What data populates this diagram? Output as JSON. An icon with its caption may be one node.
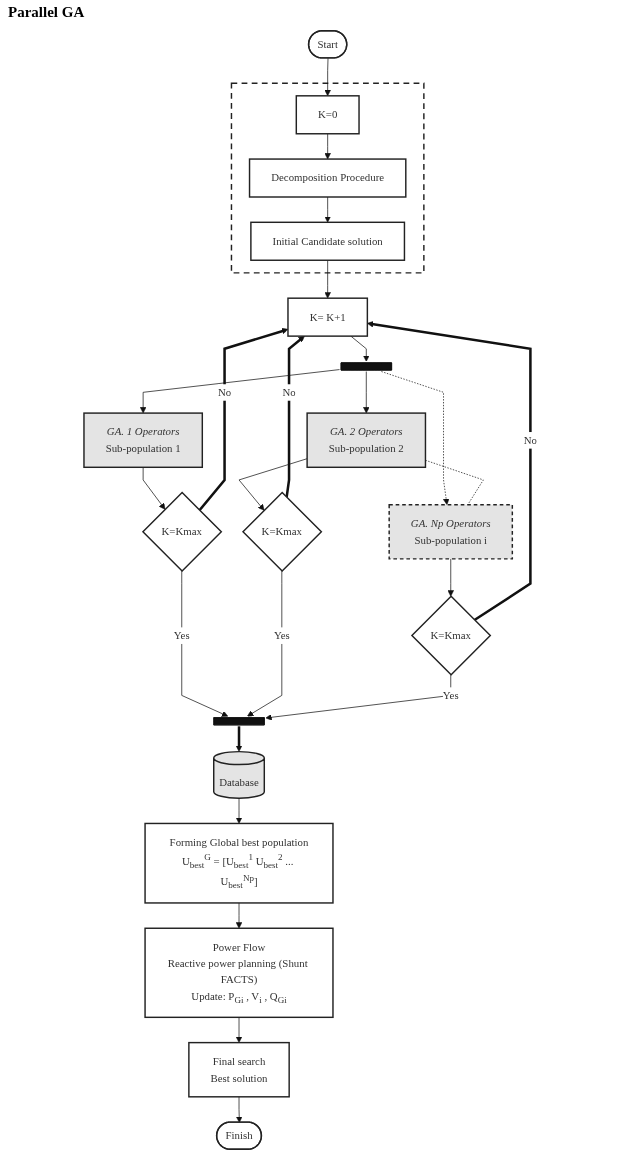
{
  "diagram": {
    "nodes": [
      {
        "text": [
          "Start"
        ]
      },
      {
        "text": [],
        "shape": "box"
      },
      {
        "text": [
          "K=0"
        ],
        "in": 1
      },
      {
        "text": [
          "Decomposition Procedure"
        ],
        "in": 1
      },
      {
        "text": [
          "Initial Candidate solution"
        ],
        "in": 1
      },
      {
        "text": [
          "K= K+1"
        ]
      },
      {
        "text": [],
        "shape": "bar"
      },
      {
        "text": [
          "*GA. 1* *Operators*",
          "Sub-population 1"
        ]
      },
      {
        "text": [
          "*GA. 2* *Operators*",
          "Sub-population 2"
        ]
      },
      {
        "text": [
          "*GA. Np* *Operators*",
          "Sub-population i"
        ]
      },
      {
        "text": [
          "K=Kmax"
        ]
      },
      {
        "text": [
          "K=Kmax"
        ]
      },
      {
        "text": [
          "K=Kmax"
        ]
      },
      {
        "text": [],
        "shape": "bar"
      },
      {
        "text": [
          "Database"
        ]
      },
      {
        "text": [
          "Forming Global best population",
          "U$_{best}$$^{G}$ = [U$_{best}$$^{1}$ U$_{best}$$^{2}$ ... U$_{best}$$^{Np}$]"
        ]
      },
      {
        "text": [
          "Power Flow",
          "Reactive power planning (Shunt FACTS)",
          "Update: P$_{Gi}$ , V$_{i}$ , Q$_{Gi}$"
        ]
      },
      {
        "text": [
          "Final search",
          "Best solution"
        ]
      },
      {
        "text": [
          "Finish"
        ]
      }
    ],
    "edges": [
      {
        "from": 0,
        "to": 2,
        "arrow": "to"
      },
      {
        "from": 2,
        "to": 3,
        "arrow": "to"
      },
      {
        "from": 3,
        "to": 4,
        "arrow": "to"
      },
      {
        "from": 4,
        "to": 5,
        "arrow": "to"
      },
      {
        "from": 10,
        "to": 5,
        "label": "No",
        "arrow": "to",
        "style": "thick"
      },
      {
        "from": 11,
        "to": 5,
        "label": "No",
        "arrow": "to",
        "style": "thick"
      },
      {
        "from": 12,
        "to": 5,
        "label": "No",
        "arrow": "to",
        "style": "thick"
      },
      {
        "from": 5,
        "to": 6,
        "arrow": "to"
      },
      {
        "from": 6,
        "to": 7,
        "arrow": "to"
      },
      {
        "from": 6,
        "to": 8,
        "arrow": "to"
      },
      {
        "from": 6,
        "to": 9,
        "arrow": "to",
        "style": "dashed"
      },
      {
        "from": 8,
        "to": 9,
        "arrow": "none",
        "style": "dashed"
      },
      {
        "from": 7,
        "to": 10,
        "arrow": "to"
      },
      {
        "from": 8,
        "to": 11,
        "arrow": "to"
      },
      {
        "from": 9,
        "to": 12,
        "arrow": "to"
      },
      {
        "from": 10,
        "to": 13,
        "label": "Yes",
        "arrow": "to"
      },
      {
        "from": 11,
        "to": 13,
        "label": "Yes",
        "arrow": "to"
      },
      {
        "from": 12,
        "to": 13,
        "label": "Yes",
        "arrow": "to"
      },
      {
        "from": 13,
        "to": 14,
        "arrow": "to",
        "style": "thick"
      },
      {
        "from": 14,
        "to": 15,
        "arrow": "to"
      },
      {
        "from": 15,
        "to": 16,
        "arrow": "to"
      },
      {
        "from": 16,
        "to": 17,
        "arrow": "to"
      },
      {
        "from": 17,
        "to": 18,
        "arrow": "to"
      }
    ],
    "labels": [
      "Parallel GA"
    ]
  }
}
